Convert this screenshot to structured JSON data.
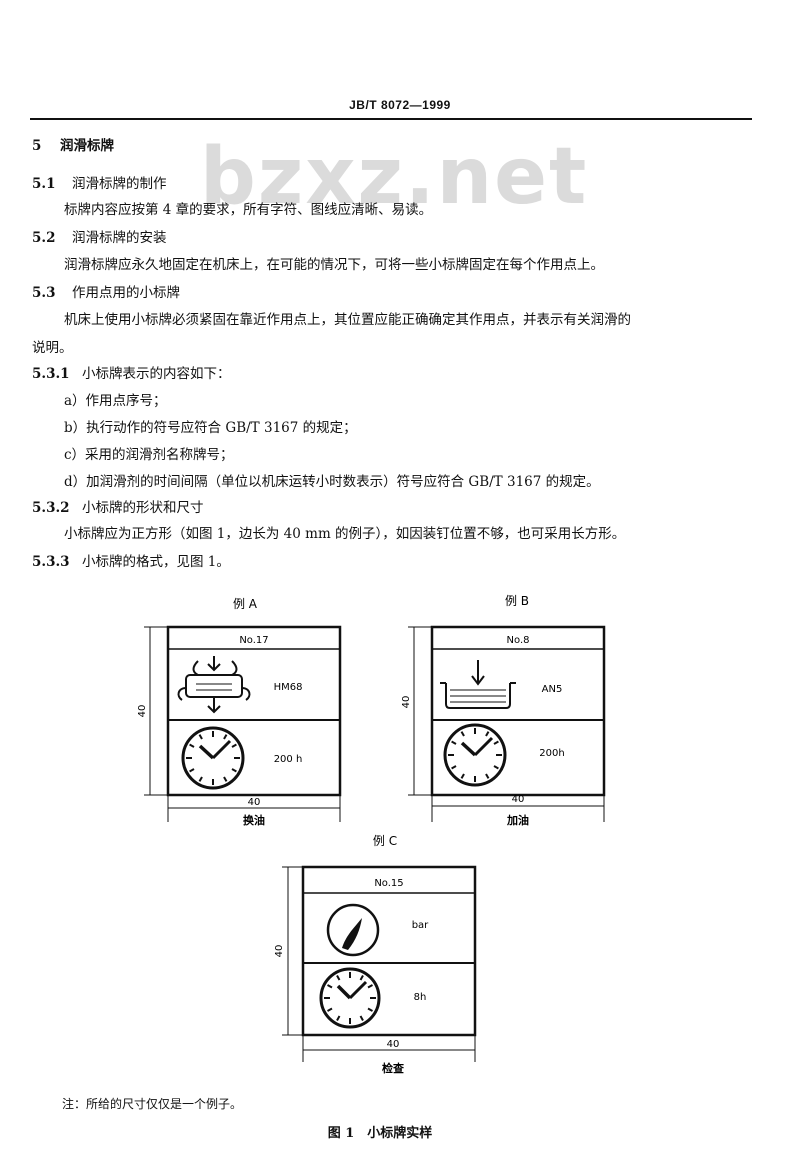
{
  "header": "JB/T 8072—1999",
  "watermark": "bzxz.net",
  "sections": [
    {
      "num": "5",
      "text": "润滑标牌"
    },
    {
      "num": "5.1",
      "text": "润滑标牌的制作"
    },
    {
      "num": "",
      "text": "标牌内容应按第 4 章的要求，所有字符、图线应清晰、易读。"
    },
    {
      "num": "5.2",
      "text": "润滑标牌的安装"
    },
    {
      "num": "",
      "text": "润滑标牌应永久地固定在机床上，在可能的情况下，可将一些小标牌固定在每个作用点上。"
    },
    {
      "num": "5.3",
      "text": "作用点用的小标牌"
    },
    {
      "num": "",
      "text": "机床上使用小标牌必须紧固在靠近作用点上，其位置应能正确确定其作用点，并表示有关润滑的"
    },
    {
      "num": "",
      "text": "说明。"
    },
    {
      "num": "5.3.1",
      "text": "小标牌表示的内容如下："
    },
    {
      "num": "",
      "text": "a）作用点序号；"
    },
    {
      "num": "",
      "text": "b）执行动作的符号应符合 GB/T 3167 的规定；"
    },
    {
      "num": "",
      "text": "c）采用的润滑剂名称牌号；"
    },
    {
      "num": "",
      "text": "d）加润滑剂的时间间隔（单位以机床运转小时数表示）符号应符合 GB/T 3167 的规定。"
    },
    {
      "num": "5.3.2",
      "text": "小标牌的形状和尺寸"
    },
    {
      "num": "",
      "text": "小标牌应为正方形（如图 1，边长为 40 mm 的例子），如因装钉位置不够，也可采用长方形。"
    },
    {
      "num": "5.3.3",
      "text": "小标牌的格式，见图 1。"
    }
  ],
  "figure": {
    "examples": [
      {
        "title": "例 A",
        "no": "No.17",
        "lubricant": "HM68",
        "interval": "200 h",
        "dim": "40",
        "dim_side": "40",
        "caption": "换油"
      },
      {
        "title": "例 B",
        "no": "No.8",
        "lubricant": "AN5",
        "interval": "200h",
        "dim": "40",
        "dim_side": "40",
        "caption": "加油"
      },
      {
        "title": "例 C",
        "no": "No.15",
        "lubricant": "bar",
        "interval": "8h",
        "dim": "40",
        "dim_side": "40",
        "caption": "检查"
      }
    ],
    "note": "注：所给的尺寸仅仅是一个例子。",
    "caption": "图 1　小标牌实样"
  }
}
